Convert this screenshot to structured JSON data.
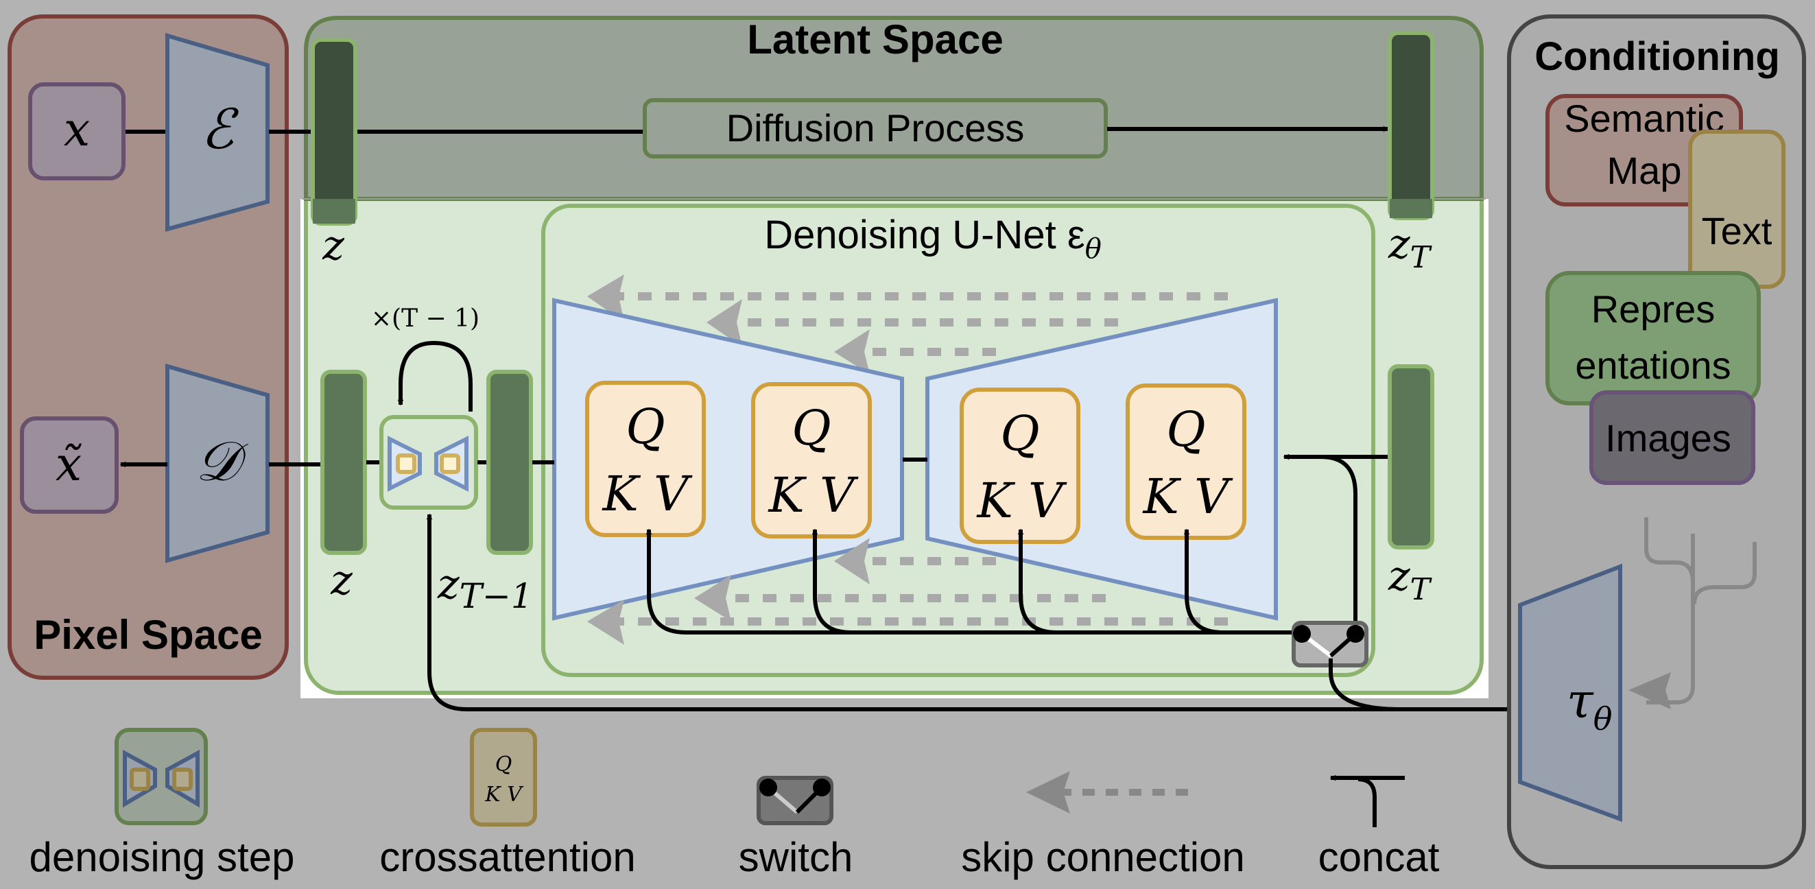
{
  "panels": {
    "pixel_space": {
      "title": "Pixel Space",
      "input_label": "x",
      "output_label": "x̃",
      "encoder_label": "ℰ",
      "decoder_label": "𝒟"
    },
    "latent_space": {
      "title": "Latent Space",
      "diffusion_label": "Diffusion Process",
      "z_label": "z",
      "zT_label": "z",
      "zT_sub": "T"
    },
    "unet": {
      "title": "Denoising U-Net ε",
      "title_sub": "θ",
      "repeat_label": "×(T − 1)",
      "z_label": "z",
      "zT1_label": "z",
      "zT1_sub": "T−1",
      "zT_label": "z",
      "zT_sub": "T",
      "attention_blocks": [
        {
          "q": "Q",
          "kv": "K V"
        },
        {
          "q": "Q",
          "kv": "K V"
        },
        {
          "q": "Q",
          "kv": "K V"
        },
        {
          "q": "Q",
          "kv": "K V"
        }
      ]
    },
    "conditioning": {
      "title": "Conditioning",
      "items": [
        {
          "line1": "Semantic",
          "line2": "Map"
        },
        {
          "line1": "Text",
          "line2": ""
        },
        {
          "line1": "Repres",
          "line2": "entations"
        },
        {
          "line1": "Images",
          "line2": ""
        }
      ],
      "encoder_label": "τ",
      "encoder_sub": "θ"
    }
  },
  "legend": [
    {
      "icon": "denoising-step-icon",
      "label": "denoising step"
    },
    {
      "icon": "crossattention-icon",
      "label": "crossattention",
      "q": "Q",
      "kv": "K V"
    },
    {
      "icon": "switch-icon",
      "label": "switch"
    },
    {
      "icon": "skip-connection-icon",
      "label": "skip connection"
    },
    {
      "icon": "concat-icon",
      "label": "concat"
    }
  ],
  "colors": {
    "background": "#b3b3b3",
    "pixel_fill": "#a78f8a",
    "pixel_stroke": "#7a3d38",
    "latent_top_fill": "#98a296",
    "latent_stroke": "#63804d",
    "latent_light_fill": "#d9e7d5",
    "latent_light_stroke": "#8db46e",
    "latent_bar_dark": "#3d4f3c",
    "latent_bar": "#5c7658",
    "encoder_fill": "#9aa1ae",
    "encoder_stroke": "#4a5f84",
    "unet_fill": "#dce7f6",
    "unet_stroke": "#7390c0",
    "attn_fill": "#fbe8d0",
    "attn_stroke": "#d09f3a",
    "skip_gray": "#a9a9a9",
    "cond_stroke": "#444444",
    "semantic_fill": "#a78f8a",
    "text_fill": "#b1a98e",
    "text_stroke": "#9a8445",
    "repr_fill": "#7e9f74",
    "repr_stroke": "#61804d",
    "images_fill": "#6b6870",
    "images_stroke": "#6a5378",
    "x_fill": "#9b8f9b",
    "x_stroke": "#68516f"
  }
}
